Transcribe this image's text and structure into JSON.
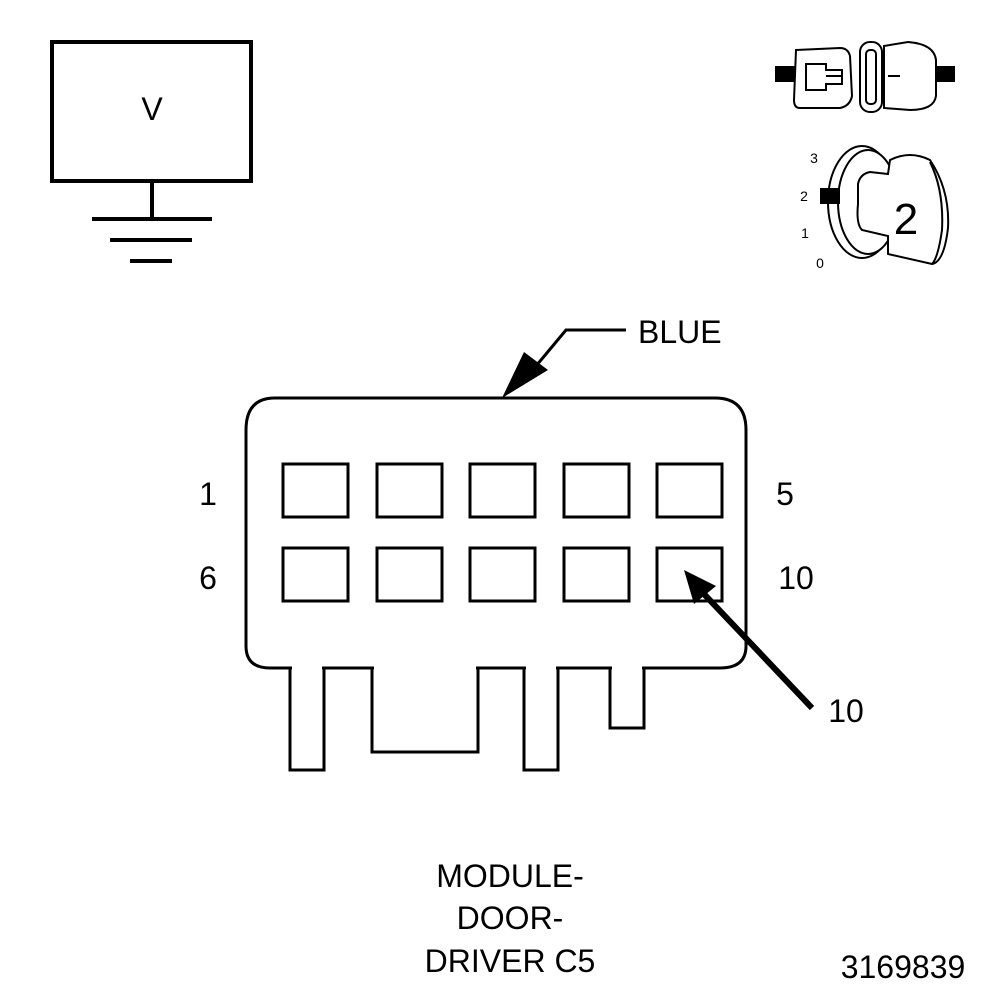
{
  "meter": {
    "symbol": "V"
  },
  "ignition": {
    "positions": [
      "3",
      "2",
      "1",
      "0"
    ],
    "selected_position": "2",
    "key_label": "2"
  },
  "connector": {
    "color_label": "BLUE",
    "row1_left_pin": "1",
    "row1_right_pin": "5",
    "row2_left_pin": "6",
    "row2_right_pin": "10",
    "callout_pin": "10",
    "pin_count": 10,
    "highlighted_pin": 10
  },
  "title": {
    "line1": "MODULE-",
    "line2": "DOOR-",
    "line3": "DRIVER C5"
  },
  "figure_number": "3169839"
}
